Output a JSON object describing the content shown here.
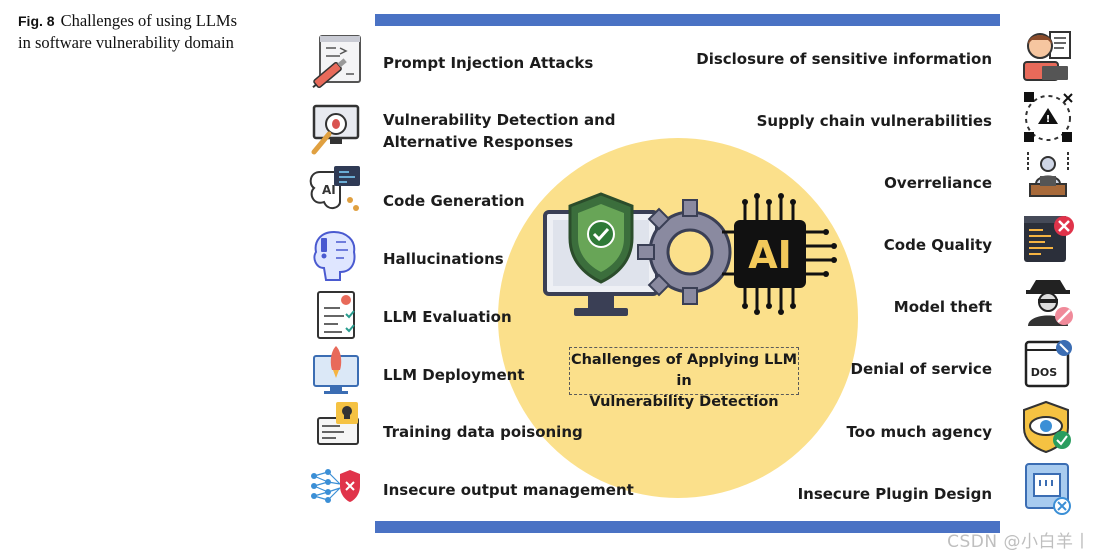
{
  "caption": {
    "fig_label": "Fig. 8",
    "title_line1": "Challenges of using LLMs",
    "title_line2": "in software vulnerability domain"
  },
  "center": {
    "line1": "Challenges of Applying LLM in",
    "line2": "Vulnerability Detection",
    "chip_text": "AI"
  },
  "left_items": [
    {
      "label": "Prompt Injection Attacks",
      "icon": "injection-icon"
    },
    {
      "label_line1": "Vulnerability Detection and",
      "label_line2": "Alternative Responses",
      "icon": "bug-monitor-icon"
    },
    {
      "label": "Code Generation",
      "icon": "ai-code-icon"
    },
    {
      "label": "Hallucinations",
      "icon": "brain-icon"
    },
    {
      "label": "LLM Evaluation",
      "icon": "checklist-icon"
    },
    {
      "label": "LLM Deployment",
      "icon": "rocket-monitor-icon"
    },
    {
      "label": "Training data poisoning",
      "icon": "poison-data-icon"
    },
    {
      "label": "Insecure output management",
      "icon": "network-shield-icon"
    }
  ],
  "right_items": [
    {
      "label": "Disclosure of sensitive information",
      "icon": "person-document-icon"
    },
    {
      "label": "Supply chain vulnerabilities",
      "icon": "supply-chain-icon"
    },
    {
      "label": "Overreliance",
      "icon": "chained-person-icon"
    },
    {
      "label": "Code Quality",
      "icon": "code-error-icon"
    },
    {
      "label": "Model theft",
      "icon": "spy-icon"
    },
    {
      "label": "Denial of service",
      "icon": "dos-icon"
    },
    {
      "label": "Too much agency",
      "icon": "eye-shield-icon"
    },
    {
      "label": "Insecure Plugin Design",
      "icon": "plugin-port-icon"
    }
  ],
  "watermark": "CSDN @小白羊丨",
  "colors": {
    "bar": "#4a72c4",
    "circle": "#fbe08b",
    "shield_green": "#4caf50",
    "chip_black": "#111111"
  }
}
